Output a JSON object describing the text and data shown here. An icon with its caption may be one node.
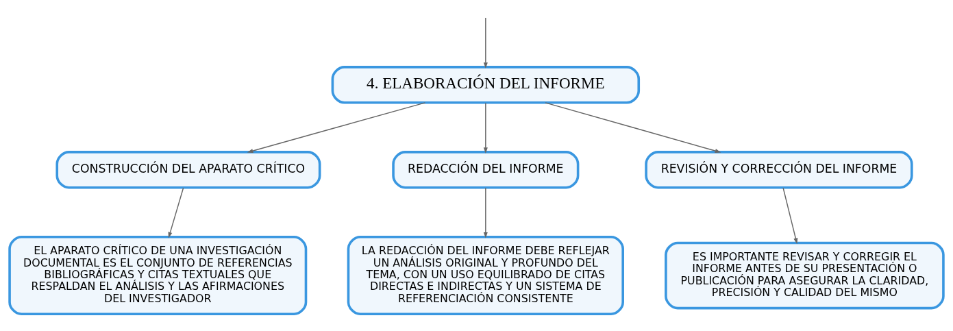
{
  "diagram": {
    "nodes": [
      {
        "text": [
          "4. ELABORACIÓN DEL INFORME"
        ]
      },
      {
        "text": [
          "CONSTRUCCIÓN DEL APARATO CRÍTICO"
        ]
      },
      {
        "text": [
          "REDACCIÓN DEL INFORME"
        ]
      },
      {
        "text": [
          "REVISIÓN Y CORRECCIÓN DEL INFORME"
        ]
      },
      {
        "text": [
          "EL APARATO CRÍTICO DE UNA INVESTIGACIÓN DOCUMENTAL ES EL CONJUNTO DE REFERENCIAS BIBLIOGRÁFICAS Y CITAS TEXTUALES QUE RESPALDAN EL ANÁLISIS Y LAS AFIRMACIONES DEL INVESTIGADOR"
        ]
      },
      {
        "text": [
          "LA REDACCIÓN DEL INFORME DEBE REFLEJAR UN ANÁLISIS ORIGINAL Y PROFUNDO DEL TEMA, CON UN USO EQUILIBRADO DE CITAS DIRECTAS E INDIRECTAS Y UN SISTEMA DE REFERENCIACIÓN CONSISTENTE"
        ]
      },
      {
        "text": [
          "ES IMPORTANTE REVISAR Y CORREGIR EL INFORME ANTES DE SU PRESENTACIÓN O PUBLICACIÓN PARA ASEGURAR LA CLARIDAD, PRECISIÓN Y CALIDAD DEL MISMO"
        ]
      }
    ],
    "edges": [
      {
        "from": null,
        "to": 0,
        "arrow": "to"
      },
      {
        "from": 0,
        "to": 1,
        "arrow": "to"
      },
      {
        "from": 0,
        "to": 2,
        "arrow": "to"
      },
      {
        "from": 0,
        "to": 3,
        "arrow": "to"
      },
      {
        "from": 1,
        "to": 4,
        "arrow": "to"
      },
      {
        "from": 2,
        "to": 5,
        "arrow": "to"
      },
      {
        "from": 3,
        "to": 6,
        "arrow": "to"
      }
    ]
  }
}
